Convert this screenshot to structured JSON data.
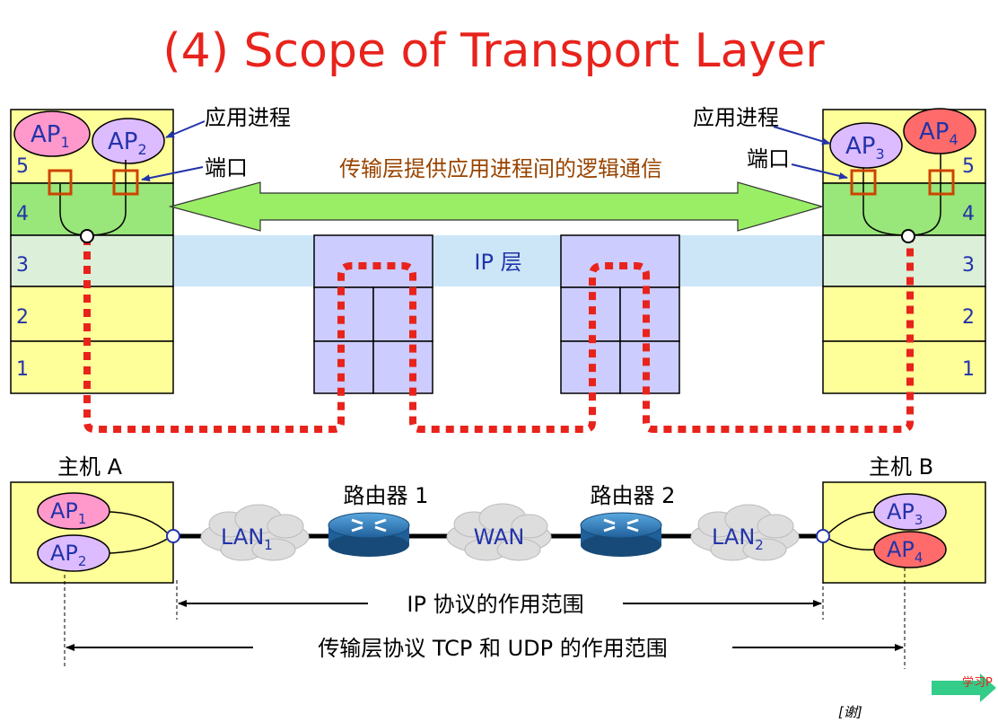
{
  "title": "(4) Scope of Transport Layer",
  "layers": {
    "left": [
      "5",
      "4",
      "3",
      "2",
      "1"
    ],
    "right": [
      "5",
      "4",
      "3",
      "2",
      "1"
    ]
  },
  "labels": {
    "app_process_left": "应用进程",
    "app_process_right": "应用进程",
    "port_left": "端口",
    "port_right": "端口",
    "logical_comm": "传输层提供应用进程间的逻辑通信",
    "ip_layer": "IP 层",
    "host_a": "主机 A",
    "host_b": "主机 B",
    "router_1": "路由器 1",
    "router_2": "路由器 2",
    "wan": "WAN",
    "ip_scope": "IP 协议的作用范围",
    "transport_scope": "传输层协议 TCP 和 UDP 的作用范围",
    "next_text": "学习P",
    "footer_note": "[谢]"
  },
  "aps_top": [
    {
      "base": "AP",
      "sub": "1"
    },
    {
      "base": "AP",
      "sub": "2"
    },
    {
      "base": "AP",
      "sub": "3"
    },
    {
      "base": "AP",
      "sub": "4"
    }
  ],
  "aps_bottom": [
    {
      "base": "AP",
      "sub": "1"
    },
    {
      "base": "AP",
      "sub": "2"
    },
    {
      "base": "AP",
      "sub": "3"
    },
    {
      "base": "AP",
      "sub": "4"
    }
  ],
  "lans": [
    {
      "base": "LAN",
      "sub": "1"
    },
    {
      "base": "LAN",
      "sub": "2"
    }
  ],
  "colors": {
    "title": "#e8231c",
    "host_fill": "#ffff99",
    "layer4_fill": "#99e67a",
    "ip_band": "#cce6f7",
    "router_fill": "#ccccff",
    "path": "#e8231c",
    "ap_pink": "#ff99cc",
    "ap_lavender": "#ddbbff",
    "ap_red": "#ff6b6b",
    "arrow_green": "#99ee66",
    "port": "#cc4400",
    "text_blue": "#2233aa",
    "text_brown": "#994400"
  }
}
